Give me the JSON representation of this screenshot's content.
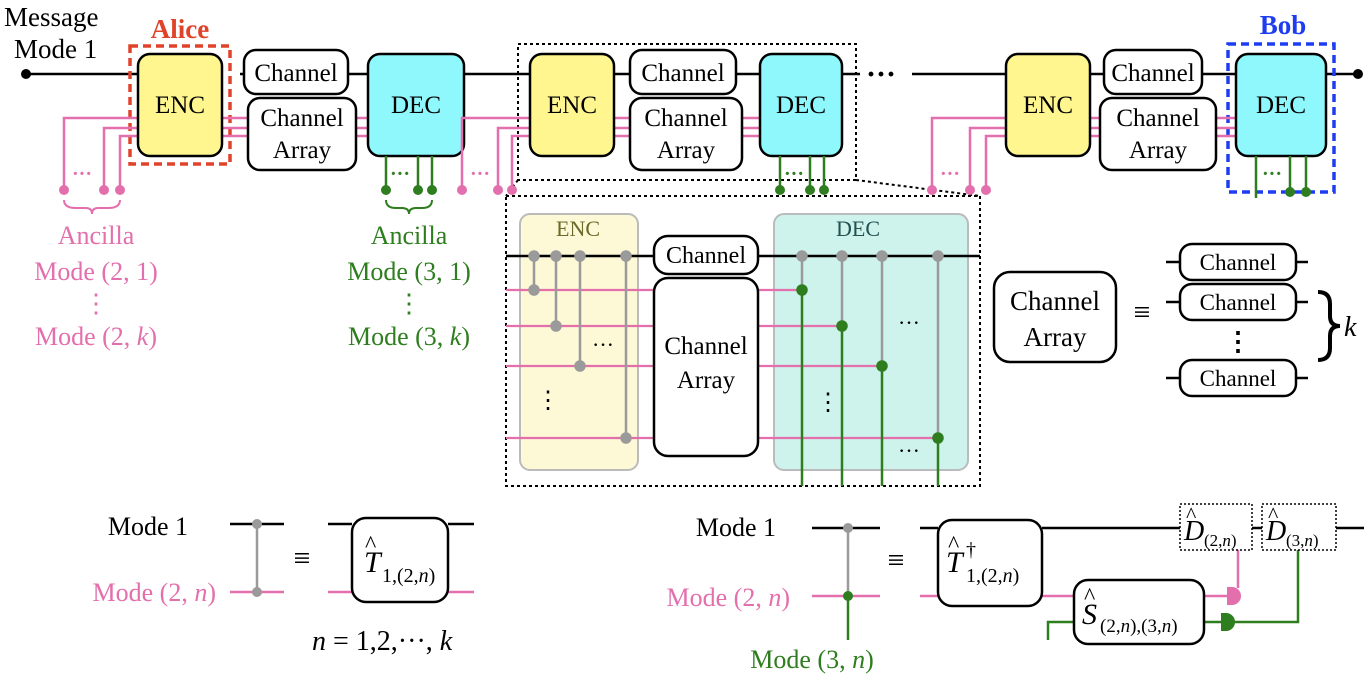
{
  "colors": {
    "black": "#000000",
    "pink": "#e36fad",
    "green": "#2e7d1f",
    "gray": "#9a9a9a",
    "alice": "#e0432a",
    "bob": "#1f3df0",
    "enc_fill": "#fff68f",
    "dec_fill": "#8ff8fc",
    "enc_panel": "#fdf8d6",
    "dec_panel": "#cdf3ec"
  },
  "top": {
    "message_label": "Message",
    "mode1_label": "Mode 1",
    "alice_label": "Alice",
    "bob_label": "Bob",
    "enc": "ENC",
    "dec": "DEC",
    "channel": "Channel",
    "channel_array_1": "Channel",
    "channel_array_2": "Array",
    "dots": "···",
    "small_dots": "···"
  },
  "ancilla_pink": {
    "title": "Ancilla",
    "first": "Mode (2, 1)",
    "vdots": "⋮",
    "last_prefix": "Mode (2, ",
    "last_k": "k",
    "last_suffix": ")"
  },
  "ancilla_green": {
    "title": "Ancilla",
    "first": "Mode (3, 1)",
    "vdots": "⋮",
    "last_prefix": "Mode (3, ",
    "last_k": "k",
    "last_suffix": ")"
  },
  "zoom": {
    "enc": "ENC",
    "dec": "DEC",
    "channel": "Channel",
    "channel_array_1": "Channel",
    "channel_array_2": "Array",
    "dots": "···",
    "vdots": "⋮"
  },
  "equivalence": {
    "lhs_1": "Channel",
    "lhs_2": "Array",
    "equiv": "≡",
    "channel": "Channel",
    "vdots": "⋮",
    "k": "k"
  },
  "enc_gate": {
    "mode1": "Mode 1",
    "mode2_prefix": "Mode (2, ",
    "n": "n",
    "suffix": ")",
    "equiv": "≡",
    "T": "T",
    "hat": "^",
    "sub": "1,(2,",
    "sub_n": "n",
    "sub_end": ")",
    "range_n": "n",
    "range_rest": " = 1,2,···, ",
    "range_k": "k"
  },
  "dec_gate": {
    "mode1": "Mode 1",
    "mode2_prefix": "Mode (2, ",
    "mode3_prefix": "Mode (3, ",
    "n": "n",
    "suffix": ")",
    "equiv": "≡",
    "T": "T",
    "dagger": "†",
    "t_sub": "1,(2,",
    "S": "S",
    "s_sub_a": "(2,",
    "s_sub_b": "),(3,",
    "D": "D",
    "d1_sub": "(2,",
    "d2_sub": "(3,",
    "close": ")"
  }
}
